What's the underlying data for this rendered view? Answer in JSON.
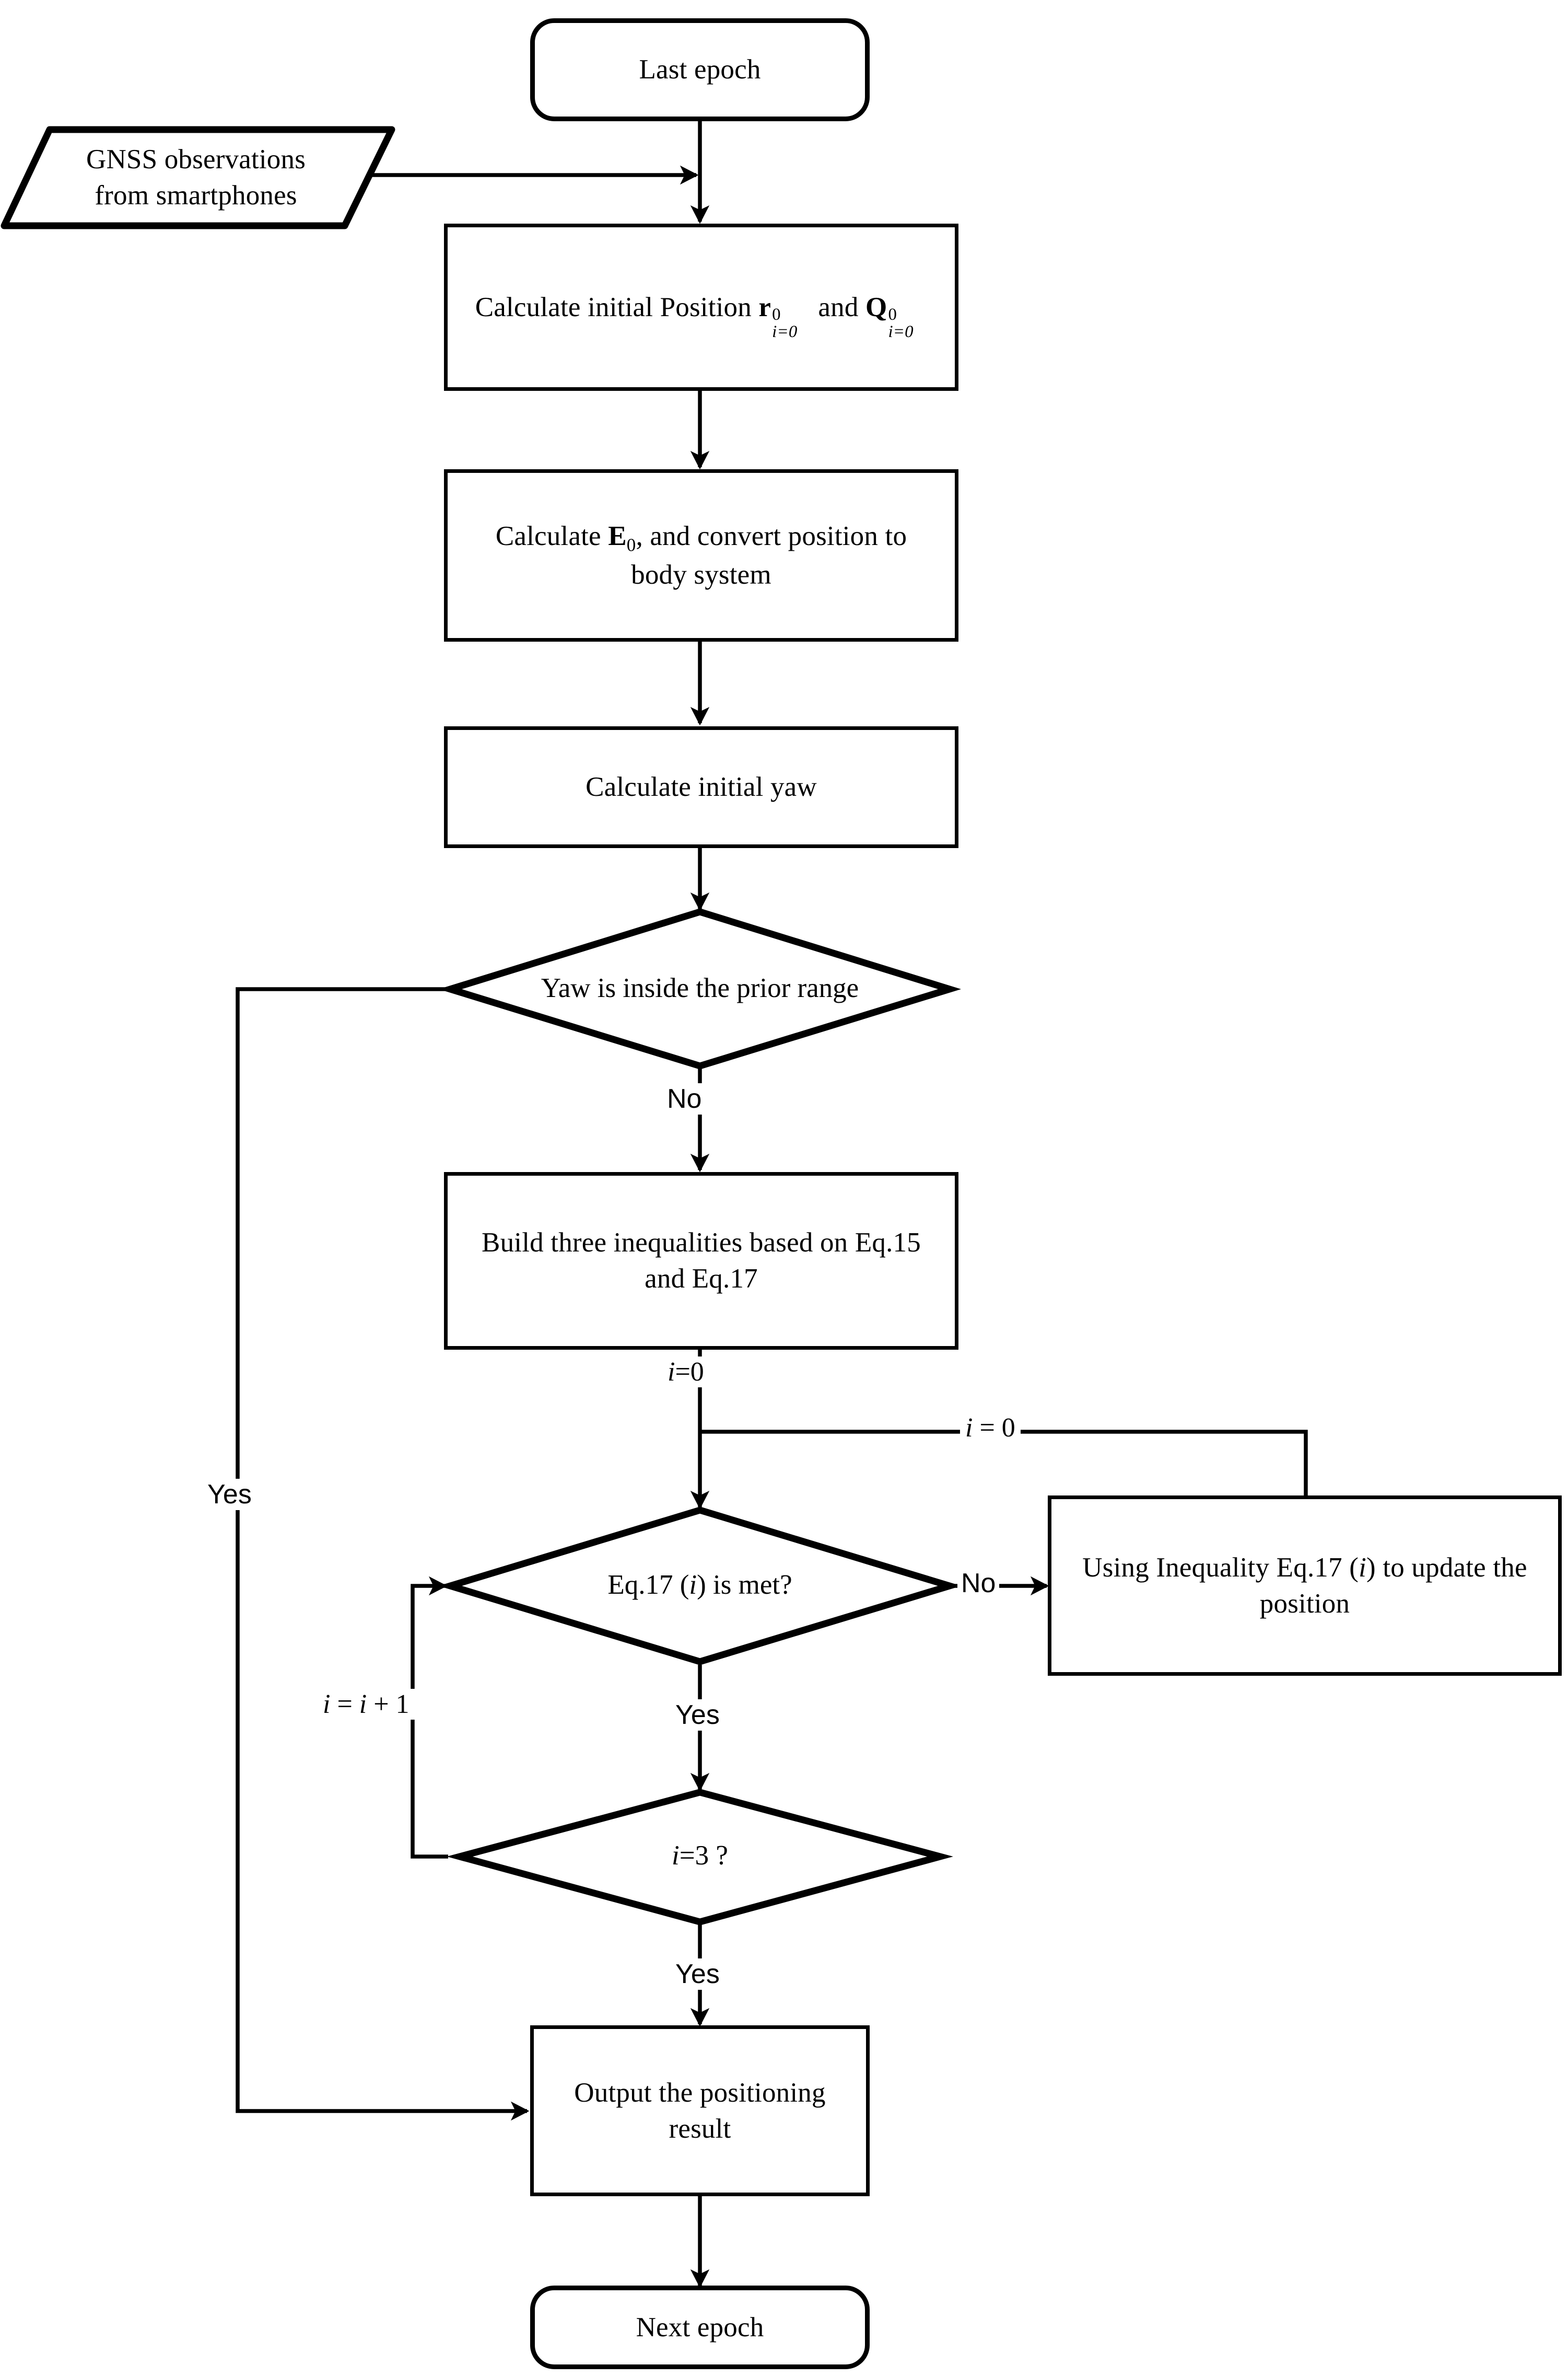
{
  "diagram": {
    "type": "flowchart",
    "title": "GNSS smartphone positioning with yaw constraint inequalities",
    "orientation": "top-to-bottom",
    "background_color": "#ffffff",
    "line_color": "#000000",
    "text_color": "#000000"
  },
  "nodes": {
    "start": {
      "shape": "terminator",
      "label": "Last epoch"
    },
    "input": {
      "shape": "parallelogram",
      "line1": "GNSS observations",
      "line2": "from smartphones"
    },
    "calc_position": {
      "shape": "process",
      "label": "Calculate initial Position r⁰ᵢ₌₀ and Q⁰ᵢ₌₀",
      "text_before": "Calculate initial Position ",
      "symbol1": "r",
      "symbol1_sup": "0",
      "symbol1_sub": "i=0",
      "text_between": " and ",
      "symbol2": "Q",
      "symbol2_sup": "0",
      "symbol2_sub": "i=0"
    },
    "calc_e0": {
      "shape": "process",
      "label": "Calculate E0, and convert position to body system",
      "text_before": "Calculate ",
      "symbol": "E",
      "symbol_sub": "0",
      "text_after": ", and convert position to body system"
    },
    "calc_yaw": {
      "shape": "process",
      "label": "Calculate initial yaw"
    },
    "yaw_check": {
      "shape": "decision",
      "label": "Yaw is inside  the prior range"
    },
    "build_ineq": {
      "shape": "process",
      "label": "Build three inequalities based on Eq.15 and Eq.17"
    },
    "eq17_check": {
      "shape": "decision",
      "label": "Eq.17 (i) is met?",
      "text_before": "Eq.17 (",
      "symbol": "i",
      "text_after": ") is met?"
    },
    "update_position": {
      "shape": "process",
      "label": "Using Inequality Eq.17 (i)  to update the position",
      "text_before": "Using Inequality Eq.17 (",
      "symbol": "i",
      "text_after": ")  to update the position"
    },
    "i3_check": {
      "shape": "decision",
      "label": "i=3 ?",
      "symbol": "i",
      "text_after": "=3 ?"
    },
    "output": {
      "shape": "process",
      "label": "Output the positioning result"
    },
    "end": {
      "shape": "terminator",
      "label": "Next epoch"
    }
  },
  "edge_labels": {
    "yaw_no": "No",
    "yaw_yes": "Yes",
    "i_init_below_build": {
      "symbol": "i",
      "rest": "=0"
    },
    "i_init_right": {
      "symbol": "i",
      "rest": " = 0"
    },
    "eq17_no": "No",
    "eq17_yes": "Yes",
    "i_increment": {
      "symbol1": "i",
      "mid": " = ",
      "symbol2": "i",
      "rest": " + 1"
    },
    "i3_yes": "Yes"
  },
  "edges": [
    {
      "from": "start",
      "to": "calc_position",
      "label": ""
    },
    {
      "from": "input",
      "to": "calc_position",
      "label": ""
    },
    {
      "from": "calc_position",
      "to": "calc_e0",
      "label": ""
    },
    {
      "from": "calc_e0",
      "to": "calc_yaw",
      "label": ""
    },
    {
      "from": "calc_yaw",
      "to": "yaw_check",
      "label": ""
    },
    {
      "from": "yaw_check",
      "to": "build_ineq",
      "label": "No"
    },
    {
      "from": "yaw_check",
      "to": "output",
      "label": "Yes"
    },
    {
      "from": "build_ineq",
      "to": "eq17_check",
      "label": "i=0"
    },
    {
      "from": "eq17_check",
      "to": "update_position",
      "label": "No"
    },
    {
      "from": "update_position",
      "to": "eq17_check",
      "label": "i = 0"
    },
    {
      "from": "eq17_check",
      "to": "i3_check",
      "label": "Yes"
    },
    {
      "from": "i3_check",
      "to": "eq17_check",
      "label": "i = i + 1"
    },
    {
      "from": "i3_check",
      "to": "output",
      "label": "Yes"
    },
    {
      "from": "output",
      "to": "end",
      "label": ""
    }
  ]
}
